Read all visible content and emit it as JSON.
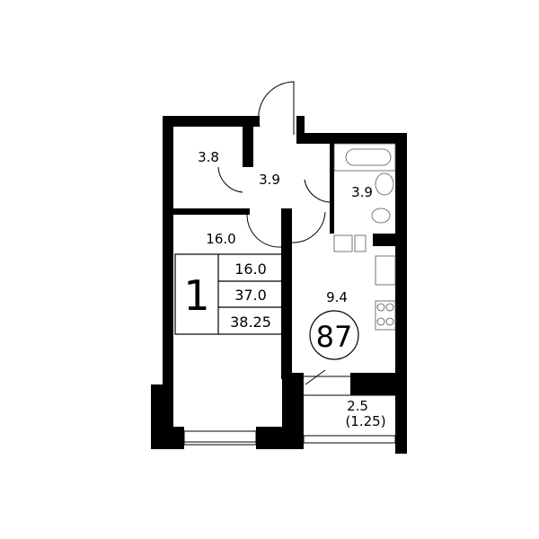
{
  "rooms": {
    "storage_area": "3.8",
    "hall_area": "3.9",
    "bathroom_area": "3.9",
    "living_area": "16.0",
    "kitchen_area": "9.4",
    "balcony_area": "2.5",
    "balcony_reduced_area": "(1.25)"
  },
  "summary": {
    "rooms_count": "1",
    "living_area": "16.0",
    "total_area": "37.0",
    "total_with_balcony": "38.25"
  },
  "apartment_number": "87",
  "colors": {
    "wall": "#000000",
    "fixture": "#555555",
    "background": "#ffffff"
  }
}
